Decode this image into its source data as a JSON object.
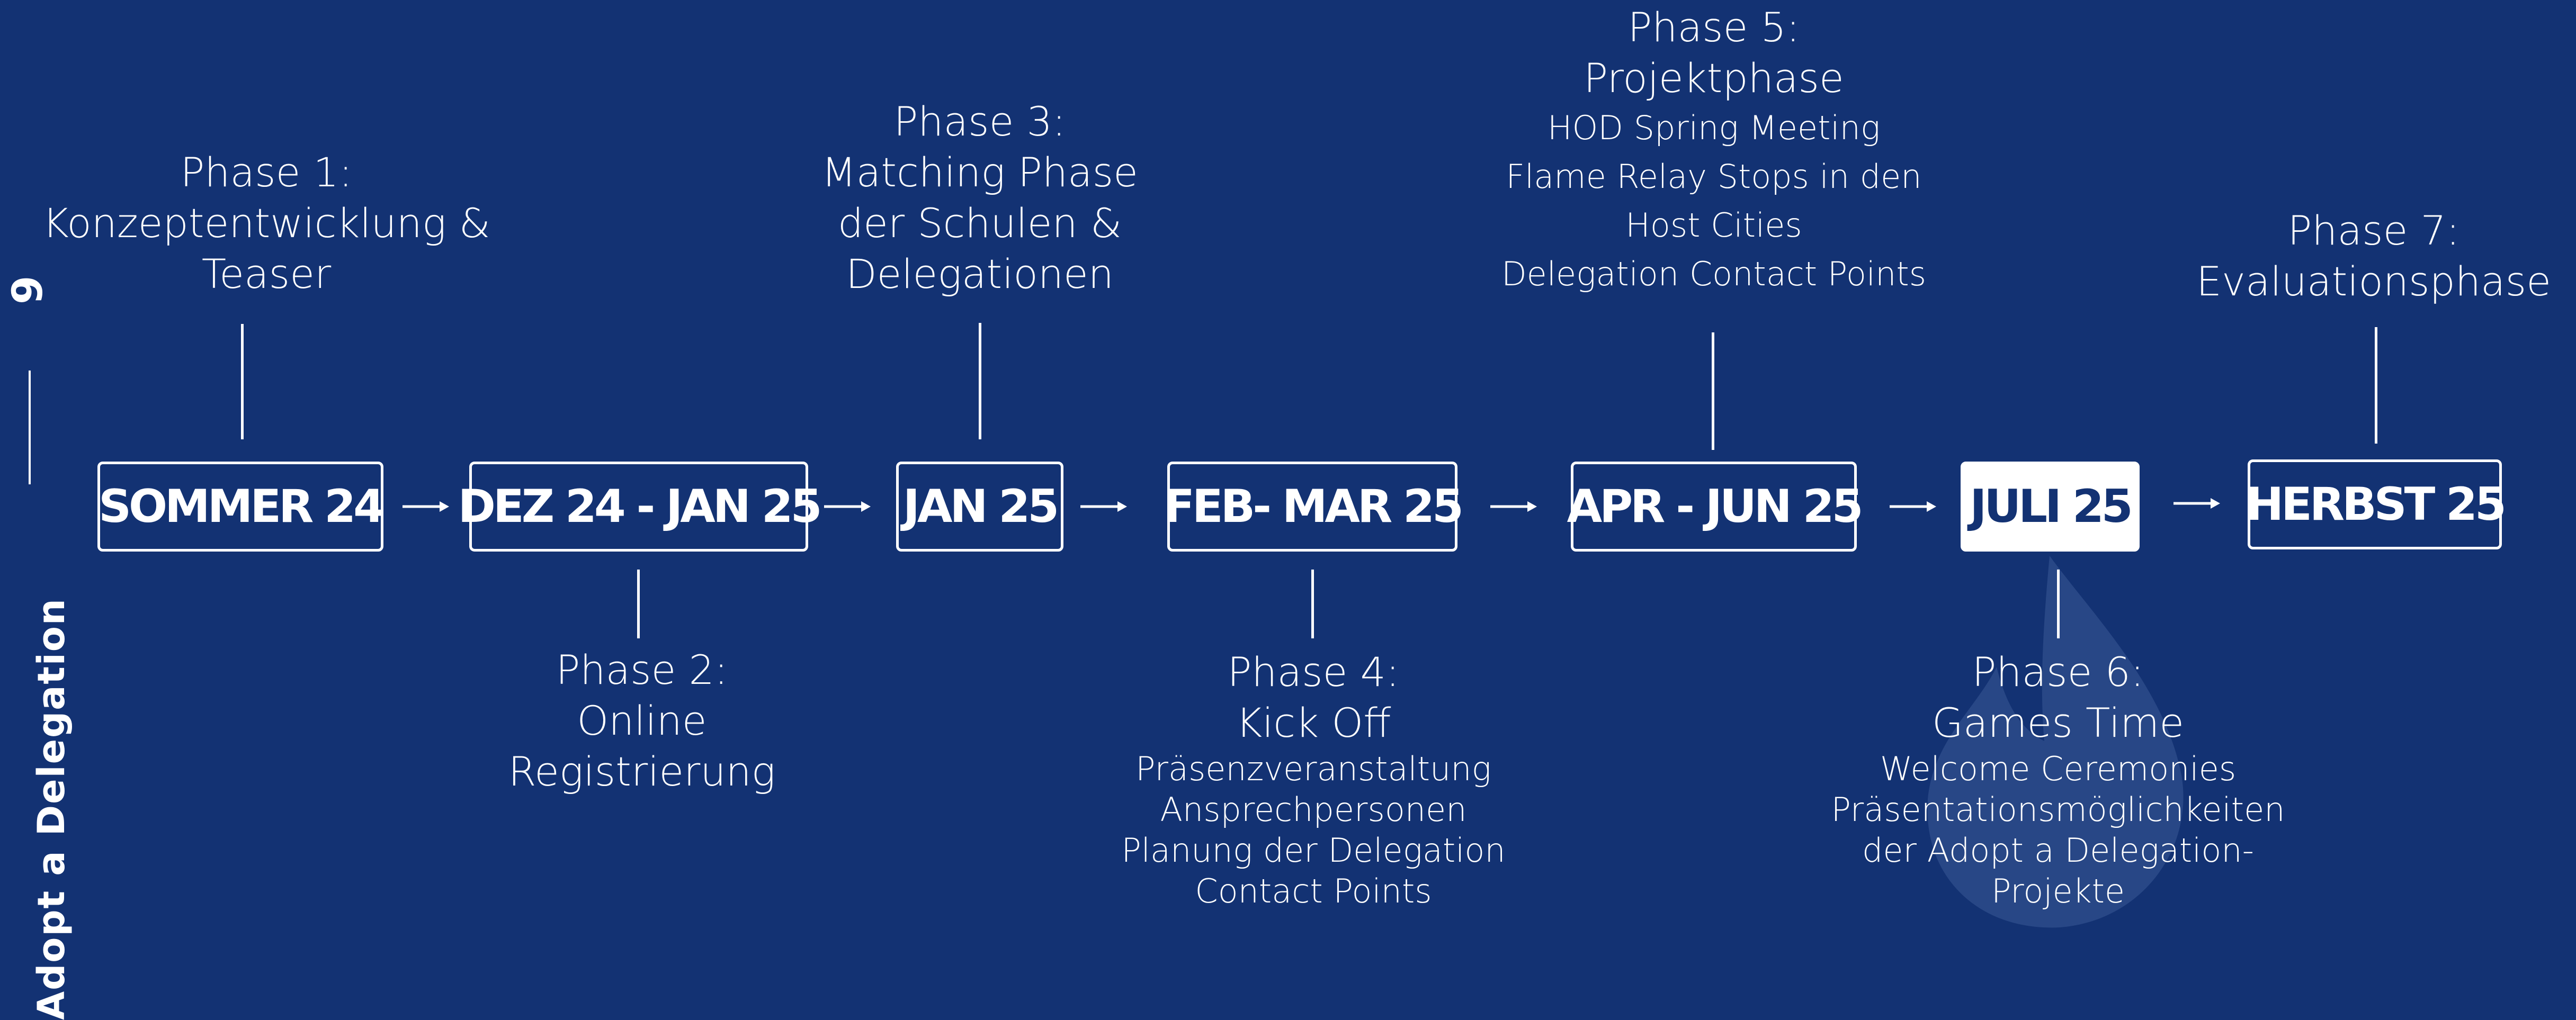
{
  "sidebar": {
    "title": "Adopt a Delegation",
    "page_number": "9"
  },
  "timeline": {
    "dates": [
      {
        "label": "SOMMER 24",
        "highlighted": false
      },
      {
        "label": "DEZ 24 - JAN 25",
        "highlighted": false
      },
      {
        "label": "JAN 25",
        "highlighted": false
      },
      {
        "label": "FEB- MAR 25",
        "highlighted": false
      },
      {
        "label": "APR - JUN 25",
        "highlighted": false
      },
      {
        "label": "JULI 25",
        "highlighted": true
      },
      {
        "label": "HERBST 25",
        "highlighted": false
      }
    ],
    "phases": [
      {
        "heading": [
          "Phase 1:",
          "Konzeptentwicklung &",
          "Teaser"
        ],
        "details": []
      },
      {
        "heading": [
          "Phase 2:",
          "Online",
          "Registrierung"
        ],
        "details": []
      },
      {
        "heading": [
          "Phase 3:",
          "Matching Phase",
          "der Schulen &",
          "Delegationen"
        ],
        "details": []
      },
      {
        "heading": [
          "Phase 4:",
          "Kick Off"
        ],
        "details": [
          "Präsenzveranstaltung",
          "Ansprechpersonen",
          "Planung der Delegation",
          "Contact Points"
        ]
      },
      {
        "heading": [
          "Phase 5:",
          "Projektphase"
        ],
        "details": [
          "HOD Spring Meeting",
          "Flame Relay Stops in den",
          "Host Cities",
          "Delegation Contact Points"
        ]
      },
      {
        "heading": [
          "Phase 6:",
          "Games Time"
        ],
        "details": [
          "Welcome Ceremonies",
          "Präsentationsmöglichkeiten",
          "der Adopt a Delegation-",
          "Projekte"
        ]
      },
      {
        "heading": [
          "Phase 7:",
          "Evaluationsphase"
        ],
        "details": []
      }
    ]
  },
  "colors": {
    "background": "#133273",
    "foreground": "#ffffff",
    "flame": "#3a5a96"
  },
  "icons": {
    "arrow": "right-arrow-icon",
    "flame": "flame-watermark-icon"
  }
}
